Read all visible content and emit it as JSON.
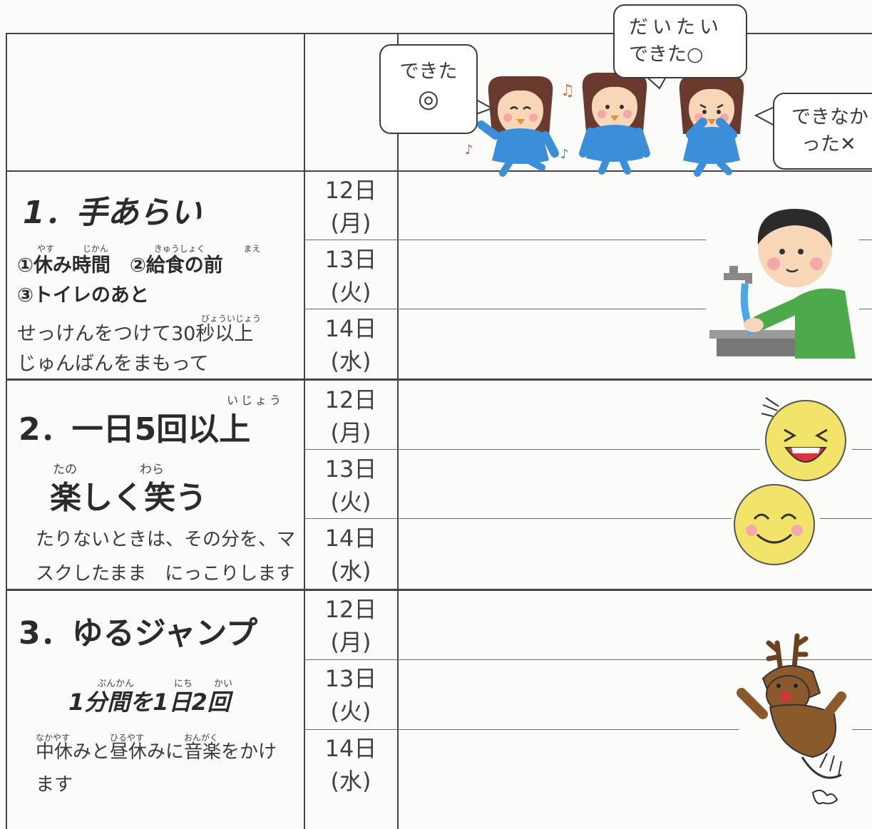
{
  "legend": {
    "done": {
      "label": "できた",
      "mark": "◎"
    },
    "mostly": {
      "label_top": "だいたい",
      "label_bottom": "できた",
      "mark": "○"
    },
    "not_done": {
      "label_top": "できなか",
      "label_bottom": "った",
      "mark": "✕"
    }
  },
  "sections": [
    {
      "title": "1．手あらい",
      "line1": "①休み時間　②給食の前",
      "line1_ruby": [
        "やす",
        "じかん",
        "きゅうしょく",
        "まえ"
      ],
      "line2": "③トイレのあと",
      "line3": "せっけんをつけて30秒以上",
      "line3_ruby": "びょういじょう",
      "line4": "じゅんばんをまもって",
      "days": [
        {
          "date": "12日",
          "weekday": "(月)"
        },
        {
          "date": "13日",
          "weekday": "(火)"
        },
        {
          "date": "14日",
          "weekday": "(水)"
        }
      ]
    },
    {
      "title": "2．一日5回以上",
      "title_ruby": "いじょう",
      "subtitle": "楽しく笑う",
      "subtitle_ruby": [
        "たの",
        "わら"
      ],
      "line1": "たりないときは、その分を、マ",
      "line2": "スクしたまま　にっこりします",
      "days": [
        {
          "date": "12日",
          "weekday": "(月)"
        },
        {
          "date": "13日",
          "weekday": "(火)"
        },
        {
          "date": "14日",
          "weekday": "(水)"
        }
      ]
    },
    {
      "title": "3．ゆるジャンプ",
      "subtitle": "1分間を1日2回",
      "subtitle_ruby": [
        "ぷんかん",
        "にち",
        "かい"
      ],
      "line1": "中休みと昼休みに音楽をかけ",
      "line1_ruby": [
        "なかやす",
        "ひるやす",
        "おんがく"
      ],
      "line2": "ます",
      "days": [
        {
          "date": "12日",
          "weekday": "(月)"
        },
        {
          "date": "13日",
          "weekday": "(火)"
        },
        {
          "date": "14日",
          "weekday": "(水)"
        }
      ]
    }
  ],
  "colors": {
    "line": "#444444",
    "girl_dress": "#3a8fd8",
    "hair": "#6b3a2e",
    "shirt": "#4daa4a",
    "smiley": "#f2e46a",
    "reindeer": "#8a5a2c"
  }
}
